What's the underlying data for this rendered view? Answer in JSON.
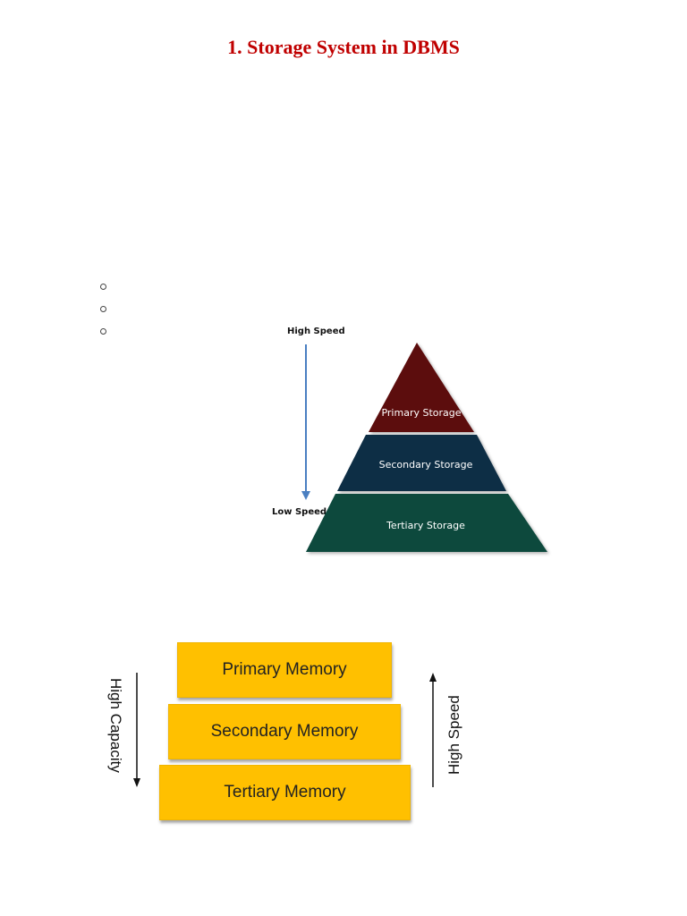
{
  "document": {
    "title": "1. Storage System in DBMS"
  },
  "bullets": [
    "",
    "",
    ""
  ],
  "pyramid": {
    "top_label": "High Speed",
    "bottom_label": "Low Speed",
    "levels": [
      {
        "label": "Primary Storage",
        "color": "#5c0a0a"
      },
      {
        "label": "Secondary Storage",
        "color": "#0f2d45"
      },
      {
        "label": "Tertiary Storage",
        "color": "#0f4a3e"
      }
    ],
    "arrow_color": "#4a7fc1"
  },
  "memory_stack": {
    "left_axis_label": "High Capacity",
    "right_axis_label": "High Speed",
    "block_color": "#ffc000",
    "levels": [
      {
        "label": "Primary Memory"
      },
      {
        "label": "Secondary Memory"
      },
      {
        "label": "Tertiary Memory"
      }
    ]
  }
}
